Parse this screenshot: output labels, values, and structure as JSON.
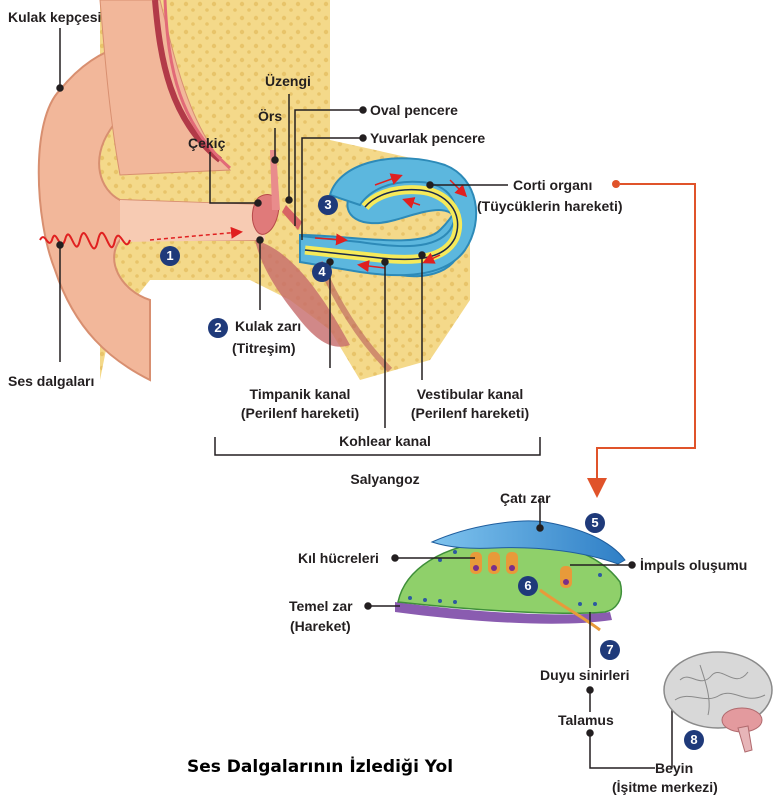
{
  "title": "Ses Dalgalarının İzlediği Yol",
  "labels": {
    "kulak_kepcesi": "Kulak kepçesi",
    "ses_dalgalari": "Ses dalgaları",
    "uzengi": "Üzengi",
    "ors": "Örs",
    "cekic": "Çekiç",
    "oval_pencere": "Oval pencere",
    "yuvarlak_pencere": "Yuvarlak pencere",
    "corti_organi": "Corti organı",
    "tuycuklerin_hareketi": "(Tüycüklerin hareketi)",
    "kulak_zari": "Kulak zarı",
    "titresim": "(Titreşim)",
    "timpanik_kanal": "Timpanik kanal",
    "timpanik_hareket": "(Perilenf hareketi)",
    "vestibular_kanal": "Vestibular kanal",
    "vestibular_hareket": "(Perilenf hareketi)",
    "kohlear_kanal": "Kohlear kanal",
    "salyangoz": "Salyangoz",
    "cati_zar": "Çatı zar",
    "kil_hucreleri": "Kıl hücreleri",
    "impuls_olusumu": "İmpuls oluşumu",
    "temel_zar": "Temel zar",
    "temel_hareket": "(Hareket)",
    "duyu_sinirleri": "Duyu sinirleri",
    "talamus": "Talamus",
    "beyin": "Beyin",
    "isitme_merkezi": "(İşitme merkezi)"
  },
  "steps": [
    "1",
    "2",
    "3",
    "4",
    "5",
    "6",
    "7",
    "8"
  ],
  "colors": {
    "step_badge": "#1f3a7a",
    "flow_arrow": "#e0532a",
    "sound_wave": "#e02020",
    "skin": "#f2b79a",
    "bone": "#f4d98a",
    "cochlea_outer": "#5cb7de",
    "cochlea_inner": "#f6ea5a",
    "tectorial": "#3a8fd0",
    "organ_cells": "#8fd06a",
    "basilar": "#8a5cb0",
    "brain": "#d8d8d8",
    "cerebellum": "#e39a9e"
  }
}
